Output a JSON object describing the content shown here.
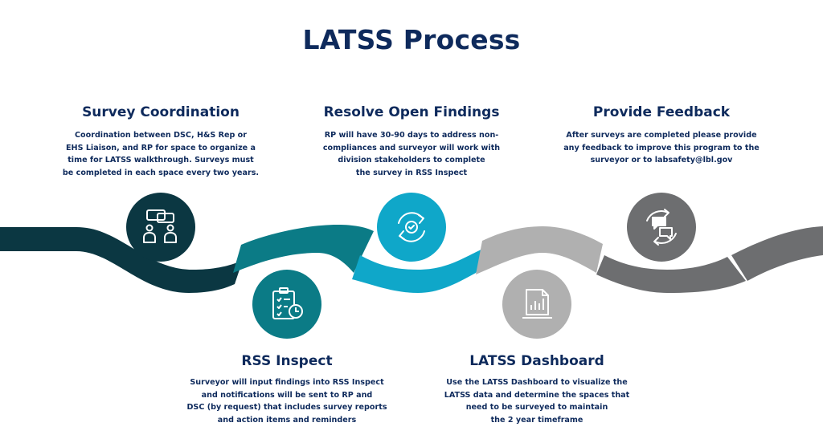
{
  "title": "LATSS Process",
  "colors": {
    "navy": "#0e2a5c",
    "seg1": "#0b3742",
    "seg2": "#0b7b86",
    "seg3": "#0fa7c9",
    "seg4": "#b0b0b0",
    "seg5": "#6d6e70"
  },
  "steps": [
    {
      "title": "Survey Coordination",
      "description": "Coordination between DSC, H&S Rep or\nEHS Liaison, and RP for space to organize a\ntime for LATSS walkthrough.  Surveys must\nbe completed in each space every two years.",
      "icon": "meeting-icon"
    },
    {
      "title": "RSS Inspect",
      "description": "Surveyor will input findings into RSS Inspect\nand notifications will be sent to RP and\nDSC (by request) that includes survey reports\nand action items and reminders",
      "icon": "clipboard-clock-icon"
    },
    {
      "title": "Resolve Open Findings",
      "description": "RP will have 30-90 days to address non-\ncompliances and surveyor will work with\ndivision stakeholders to complete\nthe survey in RSS Inspect",
      "icon": "cycle-check-icon"
    },
    {
      "title": "LATSS Dashboard",
      "description": "Use the LATSS Dashboard to visualize the\nLATSS data and determine the spaces that\nneed to be surveyed to maintain\nthe 2 year timeframe",
      "icon": "dashboard-icon"
    },
    {
      "title": "Provide Feedback",
      "description": "After surveys are completed please provide\nany feedback to improve this program to the\nsurveyor or to labsafety@lbl.gov",
      "icon": "feedback-cycle-icon"
    }
  ]
}
